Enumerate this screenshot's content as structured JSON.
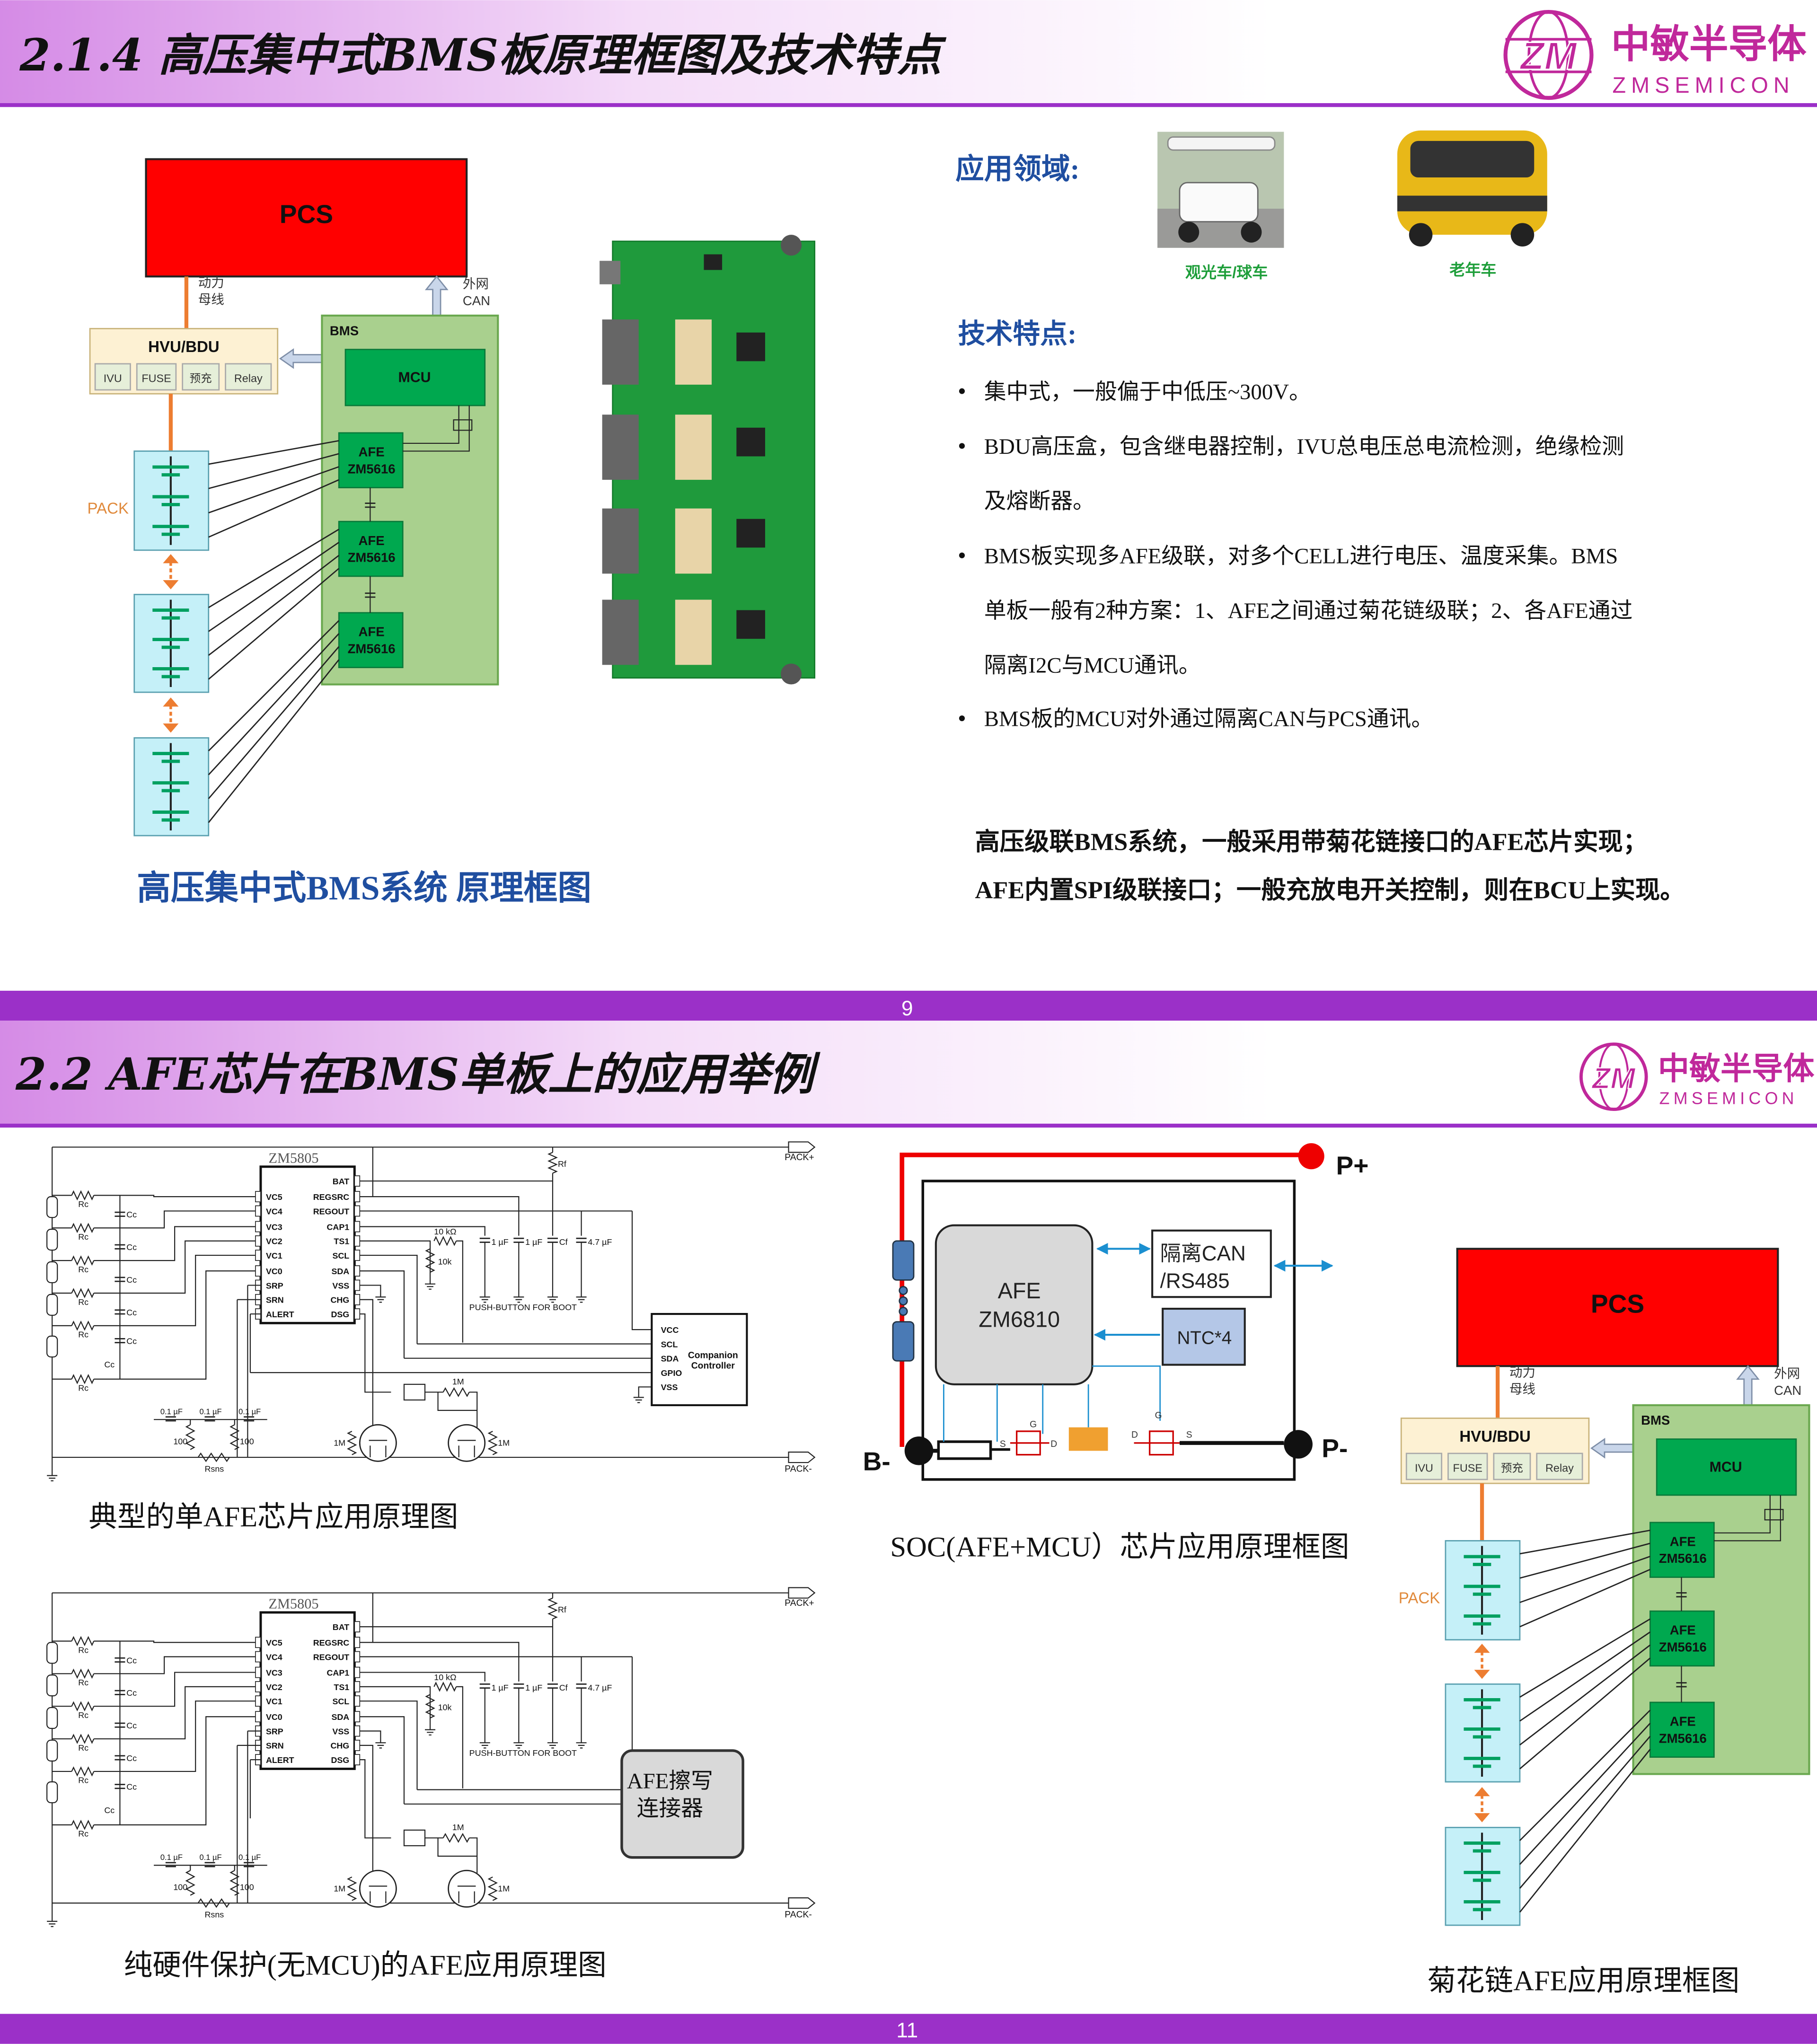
{
  "colors": {
    "accent_purple": "#9b30c8",
    "logo_magenta": "#c0289b",
    "pcs_red": "#ff0000",
    "bms_green": "#a9d08e",
    "chip_green": "#00a84f",
    "heading_blue": "#1f4ea0",
    "caption_green": "#1e9e3a",
    "pack_orange": "#e08a3c"
  },
  "logo": {
    "cn": "中敏半导体",
    "en": "ZMSEMICON",
    "mark": "ZM"
  },
  "slide1": {
    "title": "2.1.4  高压集中式BMS板原理框图及技术特点",
    "page_number": "9",
    "diagram_caption": "高压集中式BMS系统 原理框图",
    "applications": {
      "heading": "应用领域:",
      "items": [
        {
          "label": "观光车/球车",
          "icon": "golf-cart-photo"
        },
        {
          "label": "老年车",
          "icon": "mini-car-photo"
        }
      ]
    },
    "features": {
      "heading": "技术特点:",
      "lines": [
        {
          "bullet": true,
          "text": "集中式，一般偏于中低压~300V。"
        },
        {
          "bullet": true,
          "text": "BDU高压盒，包含继电器控制，IVU总电压总电流检测，绝缘检测"
        },
        {
          "bullet": false,
          "text": "及熔断器。"
        },
        {
          "bullet": true,
          "text": "BMS板实现多AFE级联，对多个CELL进行电压、温度采集。BMS"
        },
        {
          "bullet": false,
          "text": "单板一般有2种方案：1、AFE之间通过菊花链级联；2、各AFE通过"
        },
        {
          "bullet": false,
          "text": "隔离I2C与MCU通讯。"
        },
        {
          "bullet": true,
          "text": "BMS板的MCU对外通过隔离CAN与PCS通讯。"
        }
      ]
    },
    "summary": [
      "高压级联BMS系统，一般采用带菊花链接口的AFE芯片实现；",
      "AFE内置SPI级联接口；一般充放电开关控制，则在BCU上实现。"
    ]
  },
  "bms_diagram": {
    "pcs": "PCS",
    "bus_label": [
      "动力",
      "母线"
    ],
    "can_label": [
      "外网",
      "CAN"
    ],
    "hvu": "HVU/BDU",
    "hvu_parts": [
      "IVU",
      "FUSE",
      "预充",
      "Relay"
    ],
    "bms": "BMS",
    "mcu": "MCU",
    "afe": "AFE",
    "afe_part": "ZM5616",
    "pack": "PACK"
  },
  "slide2": {
    "title": "2.2  AFE芯片在BMS单板上的应用举例",
    "page_number": "11",
    "captions": {
      "single_afe": "典型的单AFE芯片应用原理图",
      "hardware_only": "纯硬件保护(无MCU)的AFE应用原理图",
      "soc": "SOC(AFE+MCU）芯片应用原理框图",
      "daisy_chain": "菊花链AFE应用原理框图"
    }
  },
  "schematic": {
    "chip": "ZM5805",
    "pins_left": [
      "VC5",
      "VC4",
      "VC3",
      "VC2",
      "VC1",
      "VC0",
      "SRP",
      "SRN",
      "ALERT"
    ],
    "pins_right": [
      "BAT",
      "REGSRC",
      "REGOUT",
      "CAP1",
      "TS1",
      "SCL",
      "SDA",
      "VSS",
      "CHG",
      "DSG"
    ],
    "pack_plus": "PACK+",
    "pack_minus": "PACK-",
    "rc": "Rc",
    "cc": "Cc",
    "rf": "Rf",
    "caps": [
      "1 µF",
      "1 µF",
      "Cf",
      "4.7 µF"
    ],
    "r10k_ohm": "10 kΩ",
    "thermistor": "10k",
    "push_button": "PUSH-BUTTON FOR BOOT",
    "companion_pins": [
      "VCC",
      "SCL",
      "SDA",
      "GPIO",
      "VSS"
    ],
    "companion": [
      "Companion",
      "Controller"
    ],
    "connector": [
      "AFE擦写",
      "连接器"
    ],
    "filter_cap": "0.1 µF",
    "r100": "100",
    "rsns": "Rsns",
    "r1m": "1M"
  },
  "soc": {
    "p_plus": "P+",
    "p_minus": "P-",
    "b_minus": "B-",
    "afe": [
      "AFE",
      "ZM6810"
    ],
    "can": [
      "隔离CAN",
      "/RS485"
    ],
    "ntc": "NTC*4",
    "fet_labels": [
      "S",
      "G",
      "D",
      "D",
      "G",
      "S"
    ]
  }
}
